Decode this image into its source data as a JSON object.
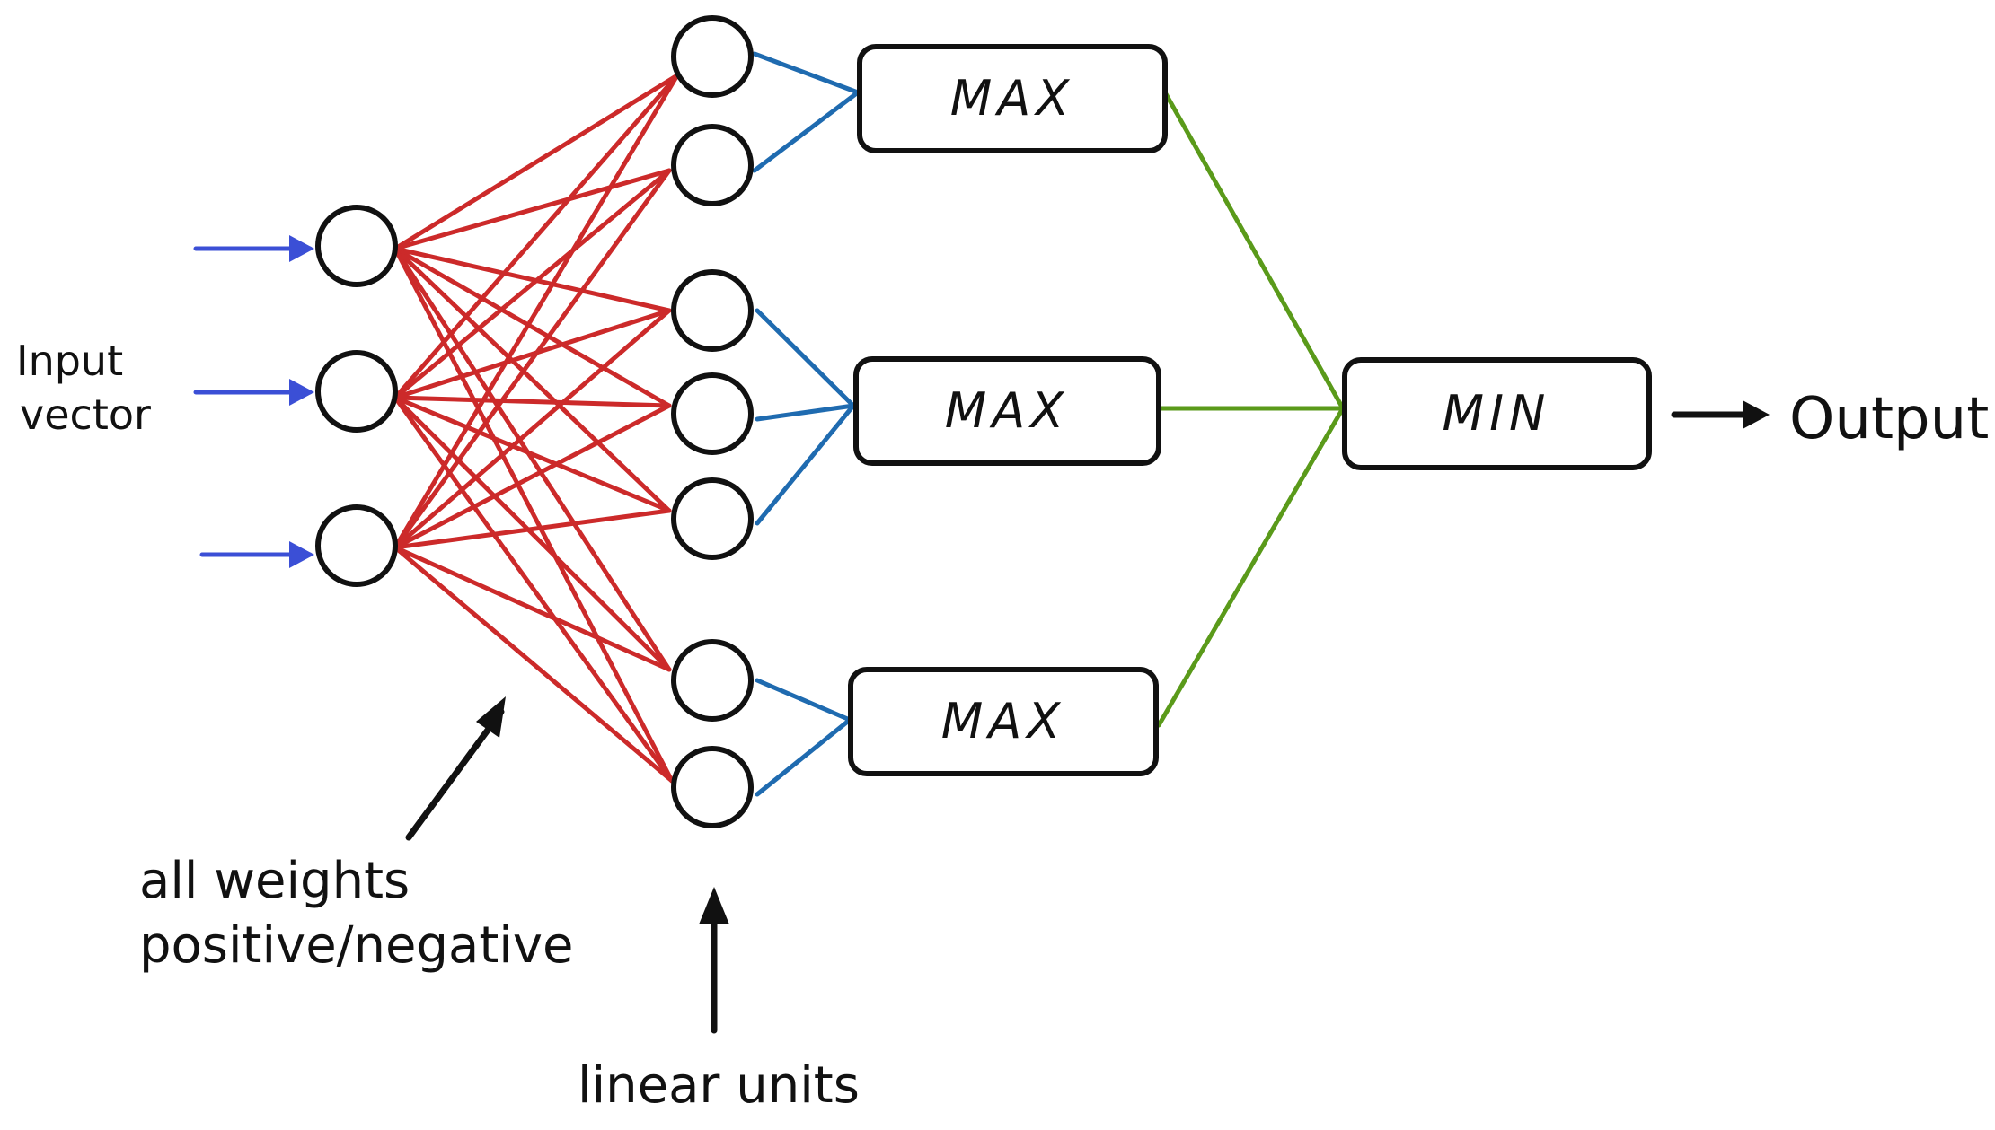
{
  "labels": {
    "input": [
      "Input",
      "vector"
    ],
    "weights_note": [
      "all weights",
      "positive/negative"
    ],
    "units_note": "linear units",
    "output": "Output"
  },
  "boxes": {
    "max_top": "MAX",
    "max_middle": "MAX",
    "max_bottom": "MAX",
    "min": "MIN"
  },
  "colors": {
    "input_arrows": "#3b4fd6",
    "input_to_linear": "#cc2a2a",
    "linear_to_max": "#1f6bb0",
    "max_to_min": "#5a9a1a",
    "ink": "#111111"
  }
}
